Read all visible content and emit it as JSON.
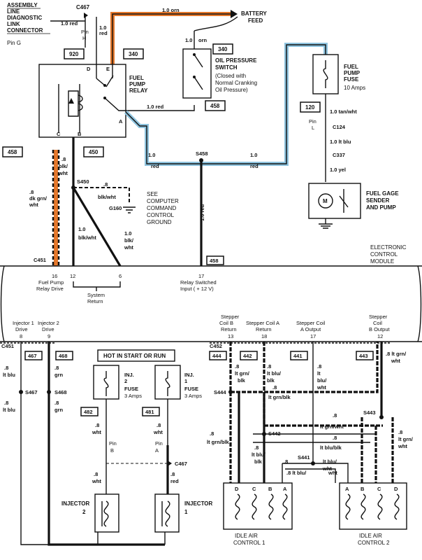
{
  "colors": {
    "orange_wire": "#e5782b",
    "blue_wire": "#8fc4df",
    "ink": "#111111"
  },
  "top": {
    "aldl": [
      "ASSEMBLY",
      "LINE",
      "DIAGNOSTIC",
      "LINK",
      "CONNECTOR"
    ],
    "aldl_pin": "Pin G",
    "c467": "C467",
    "wire_10red_a": "1.0 red",
    "wire_10red_b": "1.0",
    "wire_10red_c": "red",
    "pin_h": [
      "Pin",
      "H"
    ],
    "orn_wire": "1.0 orn",
    "battery": [
      "BATTERY",
      "FEED"
    ],
    "box_920": "920",
    "box_340a": "340",
    "box_340b": "340",
    "ops_wire": [
      "1.0",
      "orn"
    ],
    "ops": [
      "OIL PRESSURE",
      "SWITCH",
      "(Closed with",
      "Normal Cranking",
      "Oil Pressure)"
    ],
    "box_458a": "458",
    "relay": [
      "FUEL",
      "PUMP",
      "RELAY"
    ],
    "relay_pins": [
      "D",
      "E",
      "A",
      "C",
      "B"
    ],
    "wire_relay_a": "1.0 red",
    "fuse": [
      "FUEL",
      "PUMP",
      "FUSE"
    ],
    "fuse_amp": "10 Amps",
    "box_120": "120",
    "fuse_wire": "1.0 tan/wht",
    "pin_l": [
      "Pin",
      "L"
    ],
    "c124": "C124",
    "c124_wire": "1.0 lt blu",
    "c337": "C337",
    "c337_wire": "1.0 yel",
    "sender": [
      "FUEL GAGE",
      "SENDER",
      "AND PUMP"
    ],
    "motor": "M",
    "box_458b": "458",
    "box_450": "450",
    "s458": "S458",
    "red_left": [
      "1.0",
      "red"
    ],
    "red_right": [
      "1.0",
      "red"
    ],
    "blk_wht_top": [
      ".8",
      "blk/",
      "wht"
    ],
    "s450": "S450",
    "g160_wire": [
      ".8",
      "blk/wht"
    ],
    "g160_label": "G160",
    "see": [
      "SEE",
      "COMPUTER",
      "COMMAND",
      "CONTROL",
      "GROUND"
    ],
    "dkgrn": [
      ".8",
      "dk grn/",
      "wht"
    ],
    "blk_wht_a": [
      "1.0",
      "blk/wht"
    ],
    "blk_wht_b": [
      "1.0",
      "blk/",
      "wht"
    ],
    "relay_sw_wire": "1.0 red",
    "box_458c": "458",
    "ecm": [
      "ELECTRONIC",
      "CONTROL",
      "MODULE"
    ],
    "c451_top": "C451"
  },
  "ecm_pins_top": [
    {
      "num": "16",
      "label": [
        "Fuel Pump",
        "Relay Drive"
      ]
    },
    {
      "num": "12",
      "label": []
    },
    {
      "num": "6",
      "label": []
    },
    {
      "num": "17",
      "label": [
        "Relay Switched",
        "Input ( + 12 V)"
      ]
    }
  ],
  "system_return": [
    "System",
    "Return"
  ],
  "ecm_pins_bottom": [
    {
      "num": "8",
      "label": [
        "Injector 1",
        "Drive"
      ]
    },
    {
      "num": "9",
      "label": [
        "Injector 2",
        "Drive"
      ]
    },
    {
      "num": "13",
      "label": [
        "Stepper",
        "Coil B",
        "Return"
      ]
    },
    {
      "num": "18",
      "label": [
        "Stepper Coil A",
        "Return"
      ]
    },
    {
      "num": "17",
      "label": [
        "Stepper Coil",
        "A Output"
      ]
    },
    {
      "num": "12",
      "label": [
        "Stepper",
        "Coil",
        "B Output"
      ]
    }
  ],
  "bottom": {
    "c451": "C451",
    "box_467": "467",
    "box_468": "468",
    "inj1_wire": [
      ".8",
      "lt blu"
    ],
    "inj1_wire2": [
      ".8",
      "lt blu"
    ],
    "s467": "S467",
    "inj2_wire": [
      ".8",
      "grn"
    ],
    "inj2_wire2": [
      ".8",
      "grn"
    ],
    "s468": "S468",
    "hot": "HOT IN START OR RUN",
    "inj2_fuse": [
      "INJ.",
      "2",
      "FUSE",
      "3 Amps"
    ],
    "inj1_fuse": [
      "INJ.",
      "1",
      "FUSE",
      "3 Amps"
    ],
    "box_482": "482",
    "box_481": "481",
    "pk_wht_a": [
      ".8",
      "wht"
    ],
    "pk_wht_b": [
      ".8",
      "wht"
    ],
    "pin_b": [
      "Pin",
      "B"
    ],
    "pin_a": [
      "Pin",
      "A"
    ],
    "c467": "C467",
    "inj_wht": [
      ".8",
      "wht"
    ],
    "inj_red": [
      ".8",
      "red"
    ],
    "injector2": [
      "INJECTOR",
      "2"
    ],
    "injector1": [
      "INJECTOR",
      "1"
    ],
    "c452": "C452",
    "box_444": "444",
    "box_442": "442",
    "box_441": "441",
    "box_443": "443",
    "w444": [
      ".8",
      "lt grn/",
      "blk"
    ],
    "w442": [
      ".8",
      "lt blu/",
      "blk"
    ],
    "w441": [
      ".8",
      "lt",
      "blu/",
      "wht"
    ],
    "w443": [
      ".8 lt grn/",
      "wht"
    ],
    "s444": "S444",
    "s444_wire": [
      ".8",
      "lt grn/blk"
    ],
    "s443": "S443",
    "w_ltgrnwht": [
      ".8",
      "lt grn/wht"
    ],
    "s442": "S442",
    "w_ltblublk": [
      ".8",
      "lt blu/blk"
    ],
    "left_ltgrnblk": [
      ".8",
      "lt grn/blk"
    ],
    "w_ltblu_blk2": [
      ".8",
      "lt blu/",
      "blk"
    ],
    "s441": "S441",
    "w_ltbluwht": [
      ".8",
      "lt blu/",
      "wht"
    ],
    "w_ltbluwht2": [
      ".8 lt blu/",
      "wht"
    ],
    "right_ltgrnwht": [
      ".8",
      "lt grn/",
      "wht"
    ],
    "iac1_pins": [
      "D",
      "C",
      "B",
      "A"
    ],
    "iac2_pins": [
      "A",
      "B",
      "C",
      "D"
    ],
    "iac1": [
      "IDLE AIR",
      "CONTROL 1"
    ],
    "iac2": [
      "IDLE AIR",
      "CONTROL 2"
    ]
  }
}
